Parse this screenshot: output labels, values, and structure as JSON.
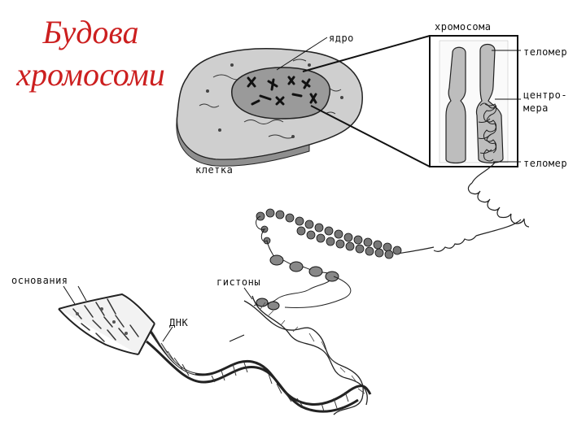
{
  "slide": {
    "title_line1": "Будова",
    "title_line2": "хромосоми"
  },
  "labels": {
    "nucleus": "ядро",
    "cell": "клетка",
    "chromosome": "хромосома",
    "telomere_top": "теломер",
    "centromere_1": "центро-",
    "centromere_2": "мера",
    "telomere_bottom": "теломер",
    "bases": "основания",
    "histones": "гистоны",
    "dna": "ДНК"
  },
  "colors": {
    "title": "#cc1f1f",
    "cell_fill": "#d0d0d0",
    "nucleus_fill": "#9a9a9a",
    "chromosome_fill": "#bdbdbd",
    "line": "#111111"
  }
}
